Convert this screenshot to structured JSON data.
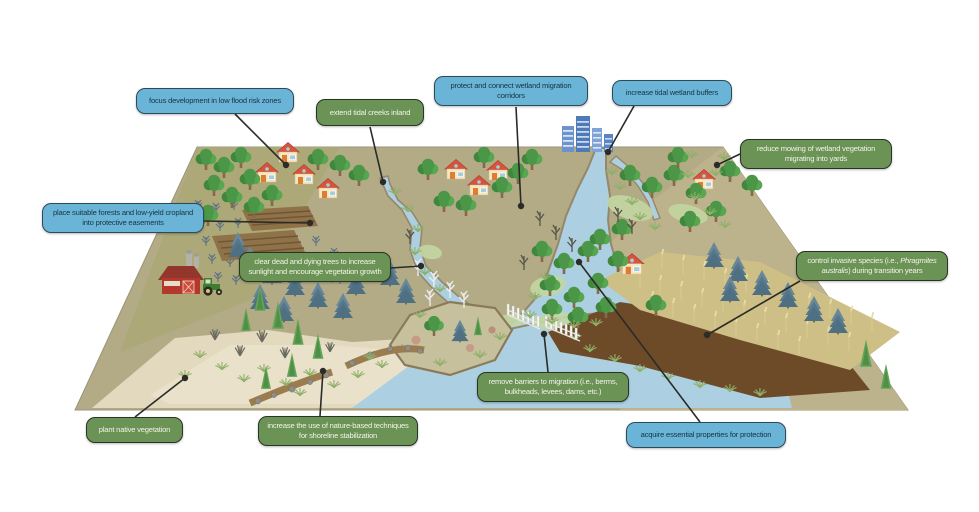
{
  "figure": {
    "description": "annotated illustration of tidal wetland migration management strategies on a coastal landscape"
  },
  "colors": {
    "label_blue": "#6ab4d8",
    "label_blue_border": "#2e4a56",
    "label_blue_text": "#173540",
    "label_green": "#6b9355",
    "label_green_border": "#283425",
    "label_green_text": "#f3f3ea",
    "leader_line": "#2b2b28",
    "water": "#acd0e1",
    "land": "#b2ab86",
    "sand": "#e2d9bf",
    "marsh_green": "#c3d6a2",
    "reed_tan": "#cdbf85",
    "mud_brown": "#6d4b28"
  },
  "labels": [
    {
      "id": "focus-development",
      "style": "blue",
      "text": "focus development in low flood risk zones"
    },
    {
      "id": "extend-tidal-creeks",
      "style": "green",
      "text": "extend tidal creeks inland"
    },
    {
      "id": "protect-connect-corridors",
      "style": "blue",
      "text": "protect and connect wetland migration corridors"
    },
    {
      "id": "increase-tidal-buffers",
      "style": "blue",
      "text": "increase tidal wetland buffers"
    },
    {
      "id": "reduce-mowing",
      "style": "green",
      "text": "reduce mowing of wetland vegetation migrating into yards"
    },
    {
      "id": "protective-easements",
      "style": "blue",
      "text": "place suitable forests and low-yield cropland into protective easements"
    },
    {
      "id": "clear-dead-trees",
      "style": "green",
      "text": "clear dead and dying trees to increase sunlight and encourage vegetation growth"
    },
    {
      "id": "control-invasive-species",
      "style": "green",
      "text_before": "control invasive species (i.e., ",
      "italic": "Phragmites australis",
      "text_after": ") during transition years"
    },
    {
      "id": "remove-barriers",
      "style": "green",
      "text": "remove barriers to migration (i.e., berms, bulkheads, levees, dams, etc.)"
    },
    {
      "id": "plant-native-vegetation",
      "style": "green",
      "text": "plant native vegetation"
    },
    {
      "id": "nature-based-shoreline",
      "style": "green",
      "text": "increase the use of nature-based techniques for shoreline stabilization"
    },
    {
      "id": "acquire-properties",
      "style": "blue",
      "text": "acquire essential properties for protection"
    }
  ],
  "scene_elements": [
    "tidal river",
    "bay water",
    "west tidal creek",
    "east tidal creek",
    "sandy beach",
    "rock sills",
    "island",
    "picket fence",
    "red barn",
    "silo",
    "tractor",
    "city buildings",
    "houses",
    "deciduous trees",
    "pine trees",
    "cedar trees",
    "dead white trees",
    "dead snags",
    "corn field",
    "plowed fields",
    "phragmites reeds",
    "mud flat",
    "marsh grass"
  ]
}
